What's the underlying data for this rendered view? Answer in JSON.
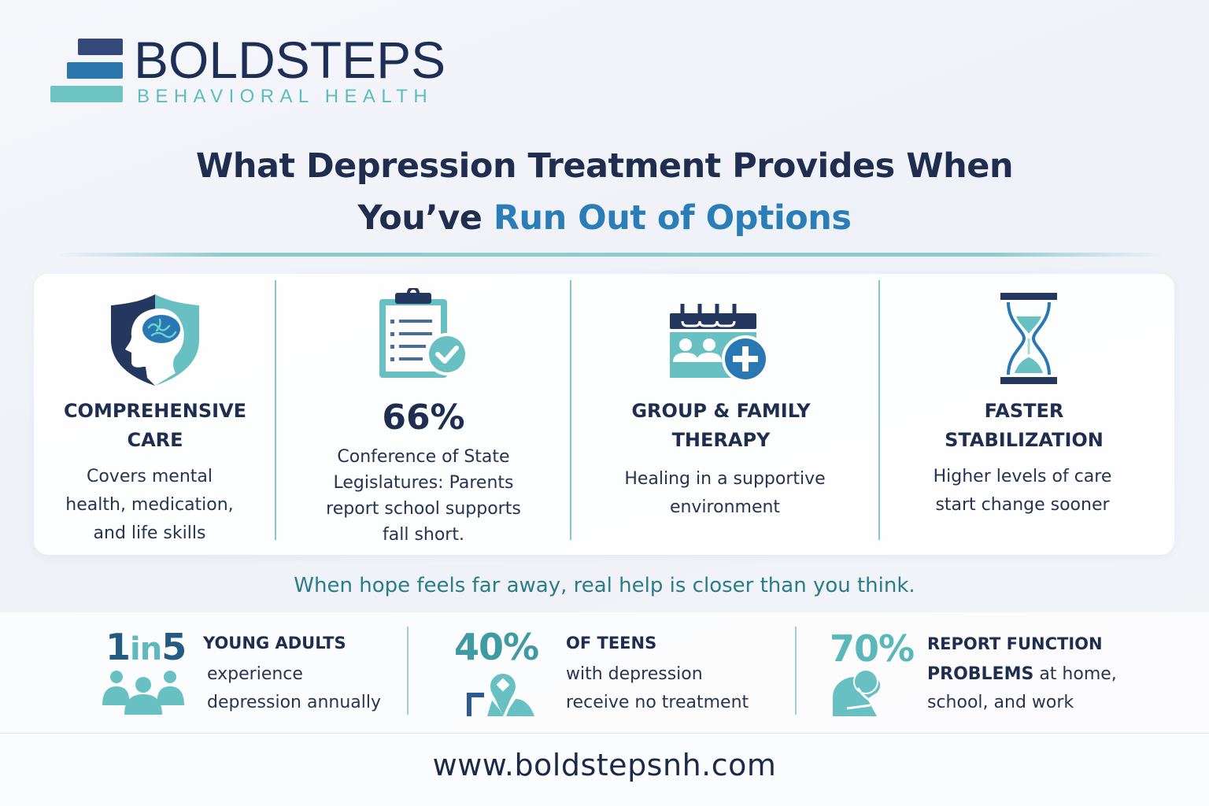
{
  "brand": {
    "name": "BOLDSTEPS",
    "subtitle": "BEHAVIORAL HEALTH",
    "colors": {
      "navy": "#1e2f57",
      "blue": "#2b77ad",
      "teal": "#6ec3c3"
    }
  },
  "header": {
    "title_line1": "What Depression Treatment Provides When",
    "title_line2_plain": "You’ve ",
    "title_line2_accent": "Run Out of Options"
  },
  "features": [
    {
      "icon": "shield-brain-icon",
      "heading_line1": "COMPREHENSIVE",
      "heading_line2": "CARE",
      "body_lines": [
        "Covers mental",
        "health, medication,",
        "and life skills"
      ]
    },
    {
      "icon": "clipboard-check-icon",
      "stat": "66%",
      "body_lines": [
        "Conference of State",
        "Legislatures: Parents",
        "report school supports",
        "fall short."
      ]
    },
    {
      "icon": "calendar-group-plus-icon",
      "heading_line1": "GROUP & FAMILY",
      "heading_line2": "THERAPY",
      "body_lines": [
        "Healing in a supportive",
        "environment"
      ]
    },
    {
      "icon": "hourglass-icon",
      "heading_line1": "FASTER",
      "heading_line2": "STABILIZATION",
      "body_lines": [
        "Higher levels of care",
        "start change sooner"
      ]
    }
  ],
  "tagline": "When hope feels far away, real help is closer than you think.",
  "stats": [
    {
      "icon": "people-group-icon",
      "num_a": "1",
      "num_b": "in",
      "num_c": "5",
      "heading": "YOUNG ADULTS",
      "body_lines": [
        "experience",
        "depression annually"
      ]
    },
    {
      "icon": "teen-location-pin-icon",
      "num": "40%",
      "heading": "OF TEENS",
      "body_lines": [
        "with depression",
        "receive no treatment"
      ]
    },
    {
      "icon": "head-in-hand-icon",
      "num": "70%",
      "heading": "REPORT FUNCTION",
      "body_bold": "PROBLEMS",
      "body_rest": " at home,",
      "body_line3": "school, and work"
    }
  ],
  "footer": {
    "url": "www.boldstepsnh.com"
  }
}
